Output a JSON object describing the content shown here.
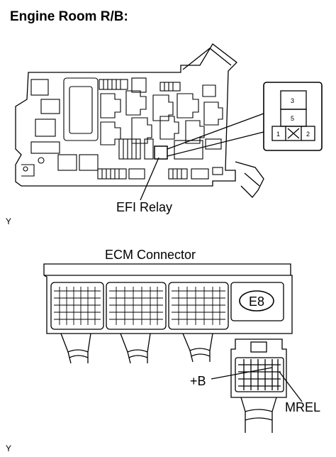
{
  "section1": {
    "title": "Engine Room R/B:",
    "relay_label": "EFI Relay",
    "relay_pins": [
      "3",
      "5",
      "1",
      "2"
    ],
    "footnote": "Y"
  },
  "section2": {
    "title": "ECM Connector",
    "connector_code": "E8",
    "pin_label_b": "+B",
    "pin_label_mrel": "MREL",
    "footnote": "Y"
  }
}
